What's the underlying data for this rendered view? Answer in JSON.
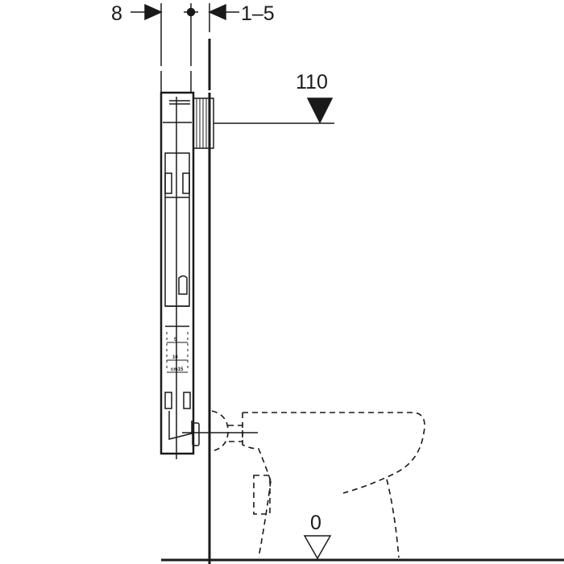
{
  "dimensions": {
    "left_offset": "8",
    "right_offset": "1–5",
    "flush_height": "110",
    "floor_level": "0"
  },
  "scale_labels": [
    "5",
    "10",
    "cm15"
  ],
  "colors": {
    "line": "#1a1a1a",
    "background": "#ffffff"
  }
}
